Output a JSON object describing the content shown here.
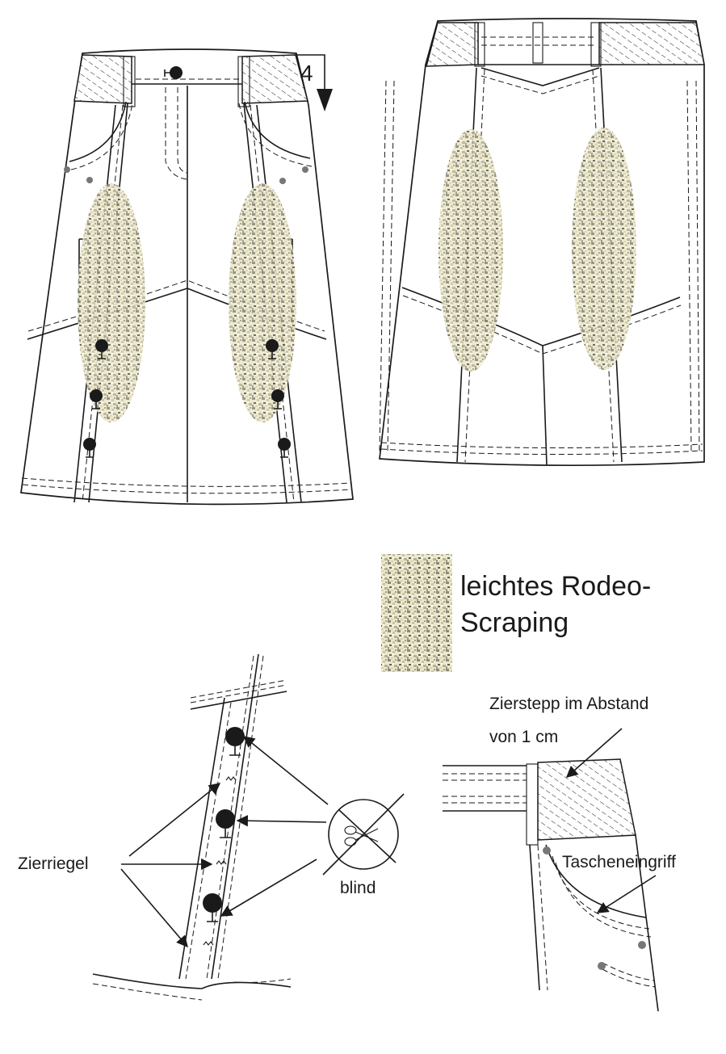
{
  "step_number": "4",
  "legend": {
    "line1": "leichtes Rodeo-",
    "line2": "Scraping"
  },
  "details": {
    "zierriegel_label": "Zierriegel",
    "blind_label": "blind",
    "zierstepp_line1": "Zierstepp im Abstand",
    "zierstepp_line2": "von 1 cm",
    "tascheneingriff_label": "Tascheneingriff"
  },
  "colors": {
    "line": "#1a1a1a",
    "scrape_light": "#eae6c8",
    "scrape_dark": "#6b6a5a",
    "background": "#ffffff"
  }
}
